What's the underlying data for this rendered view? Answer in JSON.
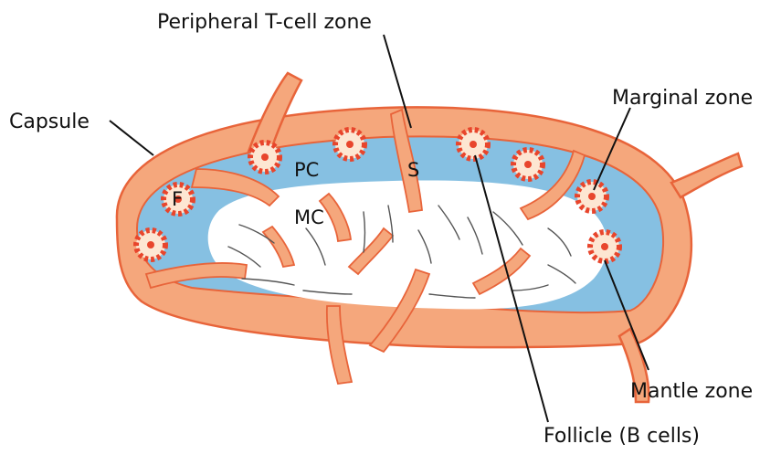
{
  "labels": {
    "peripheral_t_cell_zone": "Peripheral T-cell zone",
    "capsule": "Capsule",
    "marginal_zone": "Marginal zone",
    "mantle_zone": "Mantle zone",
    "follicle_b_cells": "Follicle (B cells)",
    "pc": "PC",
    "mc": "MC",
    "s": "S",
    "f": "F"
  },
  "colors": {
    "capsule_fill": "#f5a77c",
    "capsule_stroke": "#e8643a",
    "cortex_blue": "#86c0e2",
    "medulla_white": "#ffffff",
    "follicle_red": "#e8452c",
    "follicle_light": "#fde6d2"
  }
}
